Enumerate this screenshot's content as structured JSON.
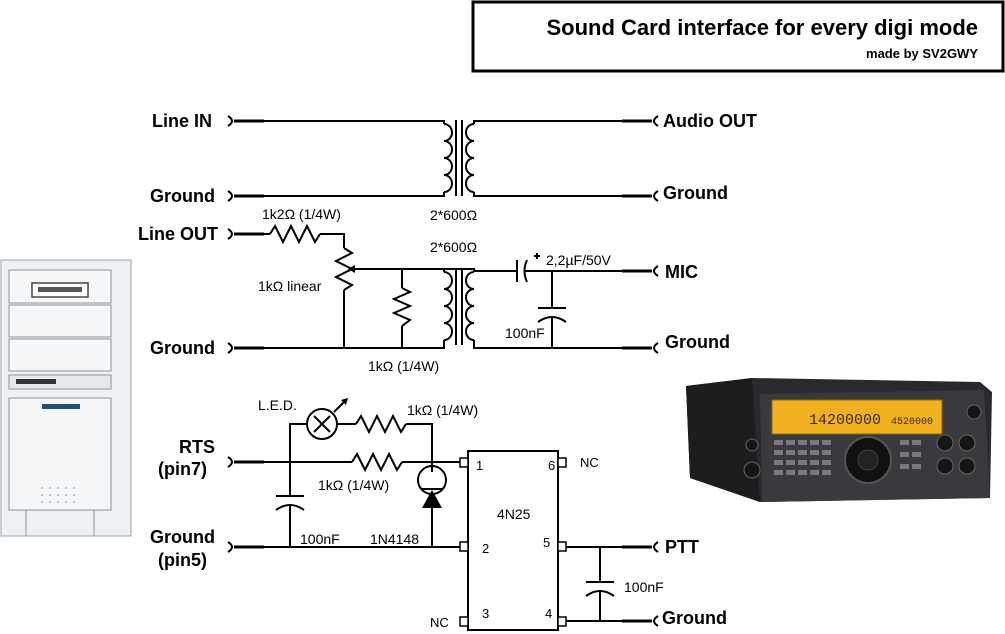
{
  "title": "Sound Card interface for every digi mode",
  "subtitle": "made by SV2GWY",
  "connectors": {
    "line_in": "Line IN",
    "ground_1": "Ground",
    "audio_out": "Audio OUT",
    "ground_2": "Ground",
    "line_out": "Line OUT",
    "ground_3": "Ground",
    "mic": "MIC",
    "ground_4": "Ground",
    "rts": "RTS",
    "rts_pin": "(pin7)",
    "ground_pc": "Ground",
    "ground_pc_pin": "(pin5)",
    "ptt": "PTT",
    "ground_5": "Ground"
  },
  "components": {
    "transformer_1": "2*600Ω",
    "transformer_2": "2*600Ω",
    "r_series": "1k2Ω (1/4W)",
    "pot": "1kΩ linear",
    "r_shunt": "1kΩ (1/4W)",
    "cap_electrolytic": "2,2µF/50V",
    "cap_mic": "100nF",
    "led": "L.E.D.",
    "r_led": "1kΩ (1/4W)",
    "r_base": "1kΩ (1/4W)",
    "cap_rts": "100nF",
    "diode": "1N4148",
    "optocoupler": "4N25",
    "cap_ptt": "100nF"
  },
  "ic_pins": {
    "p1": "1",
    "p2": "2",
    "p3": "3",
    "p4": "4",
    "p5": "5",
    "p6": "6",
    "nc_left": "NC",
    "nc_right": "NC"
  },
  "screen": {
    "frequency": "14200000",
    "sub": "4520000"
  },
  "colors": {
    "wire": "#000000",
    "radio_body": "#2a2a2d",
    "radio_display": "#f0b020",
    "pc_case": "#eef1f4"
  }
}
